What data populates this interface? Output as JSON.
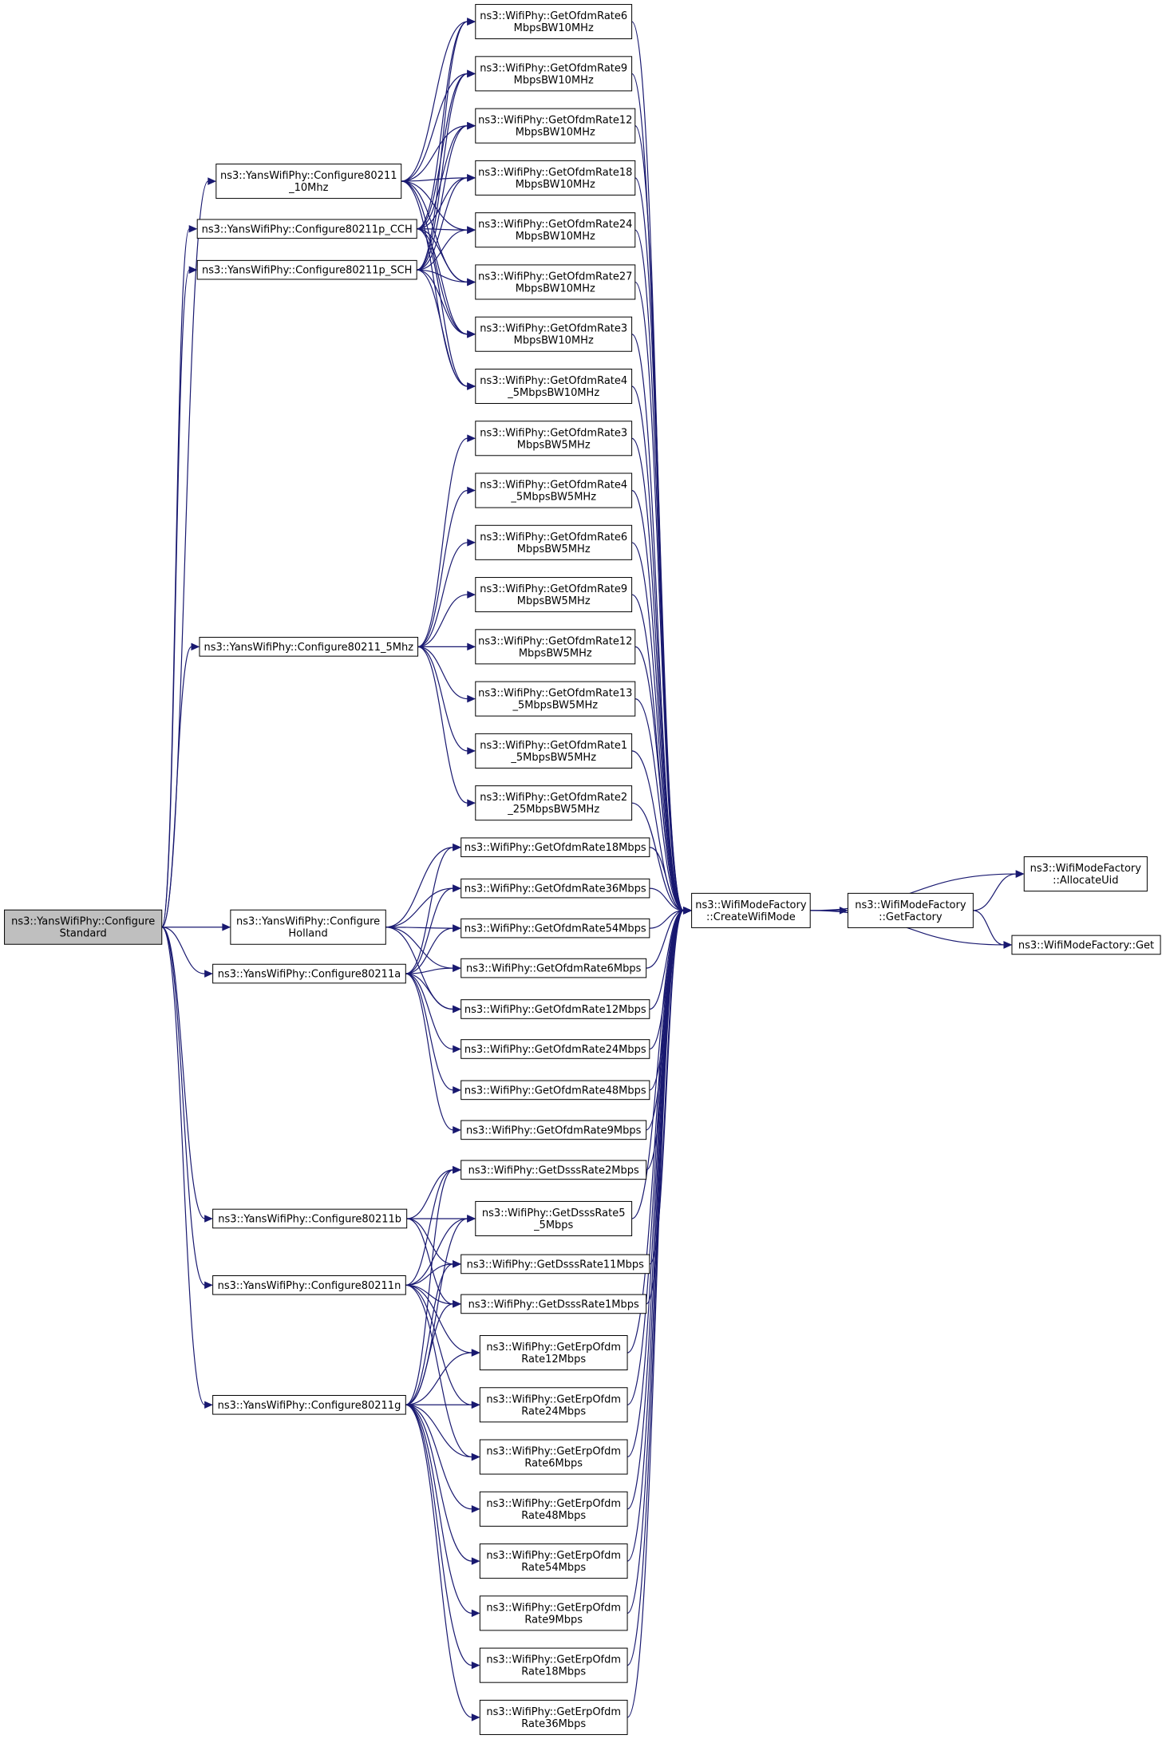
{
  "diagram": {
    "type": "call-graph",
    "nodes": [
      {
        "id": "root",
        "lines": [
          "ns3::YansWifiPhy::Configure",
          "Standard"
        ],
        "root": true
      },
      {
        "id": "c10mhz",
        "lines": [
          "ns3::YansWifiPhy::Configure80211",
          "_10Mhz"
        ]
      },
      {
        "id": "ccch",
        "lines": [
          "ns3::YansWifiPhy::Configure80211p_CCH"
        ]
      },
      {
        "id": "csch",
        "lines": [
          "ns3::YansWifiPhy::Configure80211p_SCH"
        ]
      },
      {
        "id": "c5mhz",
        "lines": [
          "ns3::YansWifiPhy::Configure80211_5Mhz"
        ]
      },
      {
        "id": "holland",
        "lines": [
          "ns3::YansWifiPhy::Configure",
          "Holland"
        ]
      },
      {
        "id": "ca",
        "lines": [
          "ns3::YansWifiPhy::Configure80211a"
        ]
      },
      {
        "id": "cb",
        "lines": [
          "ns3::YansWifiPhy::Configure80211b"
        ]
      },
      {
        "id": "cn",
        "lines": [
          "ns3::YansWifiPhy::Configure80211n"
        ]
      },
      {
        "id": "cg",
        "lines": [
          "ns3::YansWifiPhy::Configure80211g"
        ]
      },
      {
        "id": "t10_6",
        "lines": [
          "ns3::WifiPhy::GetOfdmRate6",
          "MbpsBW10MHz"
        ]
      },
      {
        "id": "t10_9",
        "lines": [
          "ns3::WifiPhy::GetOfdmRate9",
          "MbpsBW10MHz"
        ]
      },
      {
        "id": "t10_12",
        "lines": [
          "ns3::WifiPhy::GetOfdmRate12",
          "MbpsBW10MHz"
        ]
      },
      {
        "id": "t10_18",
        "lines": [
          "ns3::WifiPhy::GetOfdmRate18",
          "MbpsBW10MHz"
        ]
      },
      {
        "id": "t10_24",
        "lines": [
          "ns3::WifiPhy::GetOfdmRate24",
          "MbpsBW10MHz"
        ]
      },
      {
        "id": "t10_27",
        "lines": [
          "ns3::WifiPhy::GetOfdmRate27",
          "MbpsBW10MHz"
        ]
      },
      {
        "id": "t10_3",
        "lines": [
          "ns3::WifiPhy::GetOfdmRate3",
          "MbpsBW10MHz"
        ]
      },
      {
        "id": "t10_45",
        "lines": [
          "ns3::WifiPhy::GetOfdmRate4",
          "_5MbpsBW10MHz"
        ]
      },
      {
        "id": "t5_3",
        "lines": [
          "ns3::WifiPhy::GetOfdmRate3",
          "MbpsBW5MHz"
        ]
      },
      {
        "id": "t5_45",
        "lines": [
          "ns3::WifiPhy::GetOfdmRate4",
          "_5MbpsBW5MHz"
        ]
      },
      {
        "id": "t5_6",
        "lines": [
          "ns3::WifiPhy::GetOfdmRate6",
          "MbpsBW5MHz"
        ]
      },
      {
        "id": "t5_9",
        "lines": [
          "ns3::WifiPhy::GetOfdmRate9",
          "MbpsBW5MHz"
        ]
      },
      {
        "id": "t5_12",
        "lines": [
          "ns3::WifiPhy::GetOfdmRate12",
          "MbpsBW5MHz"
        ]
      },
      {
        "id": "t5_135",
        "lines": [
          "ns3::WifiPhy::GetOfdmRate13",
          "_5MbpsBW5MHz"
        ]
      },
      {
        "id": "t5_15",
        "lines": [
          "ns3::WifiPhy::GetOfdmRate1",
          "_5MbpsBW5MHz"
        ]
      },
      {
        "id": "t5_225",
        "lines": [
          "ns3::WifiPhy::GetOfdmRate2",
          "_25MbpsBW5MHz"
        ]
      },
      {
        "id": "o18",
        "lines": [
          "ns3::WifiPhy::GetOfdmRate18Mbps"
        ]
      },
      {
        "id": "o36",
        "lines": [
          "ns3::WifiPhy::GetOfdmRate36Mbps"
        ]
      },
      {
        "id": "o54",
        "lines": [
          "ns3::WifiPhy::GetOfdmRate54Mbps"
        ]
      },
      {
        "id": "o6",
        "lines": [
          "ns3::WifiPhy::GetOfdmRate6Mbps"
        ]
      },
      {
        "id": "o12",
        "lines": [
          "ns3::WifiPhy::GetOfdmRate12Mbps"
        ]
      },
      {
        "id": "o24",
        "lines": [
          "ns3::WifiPhy::GetOfdmRate24Mbps"
        ]
      },
      {
        "id": "o48",
        "lines": [
          "ns3::WifiPhy::GetOfdmRate48Mbps"
        ]
      },
      {
        "id": "o9",
        "lines": [
          "ns3::WifiPhy::GetOfdmRate9Mbps"
        ]
      },
      {
        "id": "d2",
        "lines": [
          "ns3::WifiPhy::GetDsssRate2Mbps"
        ]
      },
      {
        "id": "d55",
        "lines": [
          "ns3::WifiPhy::GetDsssRate5",
          "_5Mbps"
        ]
      },
      {
        "id": "d11",
        "lines": [
          "ns3::WifiPhy::GetDsssRate11Mbps"
        ]
      },
      {
        "id": "d1",
        "lines": [
          "ns3::WifiPhy::GetDsssRate1Mbps"
        ]
      },
      {
        "id": "e12",
        "lines": [
          "ns3::WifiPhy::GetErpOfdm",
          "Rate12Mbps"
        ]
      },
      {
        "id": "e24",
        "lines": [
          "ns3::WifiPhy::GetErpOfdm",
          "Rate24Mbps"
        ]
      },
      {
        "id": "e6",
        "lines": [
          "ns3::WifiPhy::GetErpOfdm",
          "Rate6Mbps"
        ]
      },
      {
        "id": "e48",
        "lines": [
          "ns3::WifiPhy::GetErpOfdm",
          "Rate48Mbps"
        ]
      },
      {
        "id": "e54",
        "lines": [
          "ns3::WifiPhy::GetErpOfdm",
          "Rate54Mbps"
        ]
      },
      {
        "id": "e9",
        "lines": [
          "ns3::WifiPhy::GetErpOfdm",
          "Rate9Mbps"
        ]
      },
      {
        "id": "e18",
        "lines": [
          "ns3::WifiPhy::GetErpOfdm",
          "Rate18Mbps"
        ]
      },
      {
        "id": "e36",
        "lines": [
          "ns3::WifiPhy::GetErpOfdm",
          "Rate36Mbps"
        ]
      },
      {
        "id": "cwm",
        "lines": [
          "ns3::WifiModeFactory",
          "::CreateWifiMode"
        ]
      },
      {
        "id": "gf",
        "lines": [
          "ns3::WifiModeFactory",
          "::GetFactory"
        ]
      },
      {
        "id": "au",
        "lines": [
          "ns3::WifiModeFactory",
          "::AllocateUid"
        ]
      },
      {
        "id": "get",
        "lines": [
          "ns3::WifiModeFactory::Get"
        ]
      }
    ],
    "edges": [
      [
        "root",
        "c10mhz"
      ],
      [
        "root",
        "ccch"
      ],
      [
        "root",
        "csch"
      ],
      [
        "root",
        "c5mhz"
      ],
      [
        "root",
        "holland"
      ],
      [
        "root",
        "ca"
      ],
      [
        "root",
        "cb"
      ],
      [
        "root",
        "cn"
      ],
      [
        "root",
        "cg"
      ],
      [
        "c10mhz",
        "t10_6"
      ],
      [
        "c10mhz",
        "t10_9"
      ],
      [
        "c10mhz",
        "t10_12"
      ],
      [
        "c10mhz",
        "t10_18"
      ],
      [
        "c10mhz",
        "t10_24"
      ],
      [
        "c10mhz",
        "t10_27"
      ],
      [
        "c10mhz",
        "t10_3"
      ],
      [
        "c10mhz",
        "t10_45"
      ],
      [
        "ccch",
        "t10_6"
      ],
      [
        "ccch",
        "t10_9"
      ],
      [
        "ccch",
        "t10_12"
      ],
      [
        "ccch",
        "t10_18"
      ],
      [
        "ccch",
        "t10_24"
      ],
      [
        "ccch",
        "t10_27"
      ],
      [
        "ccch",
        "t10_3"
      ],
      [
        "ccch",
        "t10_45"
      ],
      [
        "csch",
        "t10_6"
      ],
      [
        "csch",
        "t10_9"
      ],
      [
        "csch",
        "t10_12"
      ],
      [
        "csch",
        "t10_18"
      ],
      [
        "csch",
        "t10_24"
      ],
      [
        "csch",
        "t10_27"
      ],
      [
        "csch",
        "t10_3"
      ],
      [
        "csch",
        "t10_45"
      ],
      [
        "c5mhz",
        "t5_3"
      ],
      [
        "c5mhz",
        "t5_45"
      ],
      [
        "c5mhz",
        "t5_6"
      ],
      [
        "c5mhz",
        "t5_9"
      ],
      [
        "c5mhz",
        "t5_12"
      ],
      [
        "c5mhz",
        "t5_135"
      ],
      [
        "c5mhz",
        "t5_15"
      ],
      [
        "c5mhz",
        "t5_225"
      ],
      [
        "holland",
        "o18"
      ],
      [
        "holland",
        "o36"
      ],
      [
        "holland",
        "o54"
      ],
      [
        "holland",
        "o6"
      ],
      [
        "holland",
        "o12"
      ],
      [
        "ca",
        "o18"
      ],
      [
        "ca",
        "o36"
      ],
      [
        "ca",
        "o54"
      ],
      [
        "ca",
        "o6"
      ],
      [
        "ca",
        "o12"
      ],
      [
        "ca",
        "o24"
      ],
      [
        "ca",
        "o48"
      ],
      [
        "ca",
        "o9"
      ],
      [
        "cb",
        "d2"
      ],
      [
        "cb",
        "d55"
      ],
      [
        "cb",
        "d11"
      ],
      [
        "cb",
        "d1"
      ],
      [
        "cn",
        "d2"
      ],
      [
        "cn",
        "d55"
      ],
      [
        "cn",
        "d11"
      ],
      [
        "cn",
        "d1"
      ],
      [
        "cn",
        "e12"
      ],
      [
        "cn",
        "e24"
      ],
      [
        "cn",
        "e6"
      ],
      [
        "cg",
        "d2"
      ],
      [
        "cg",
        "d55"
      ],
      [
        "cg",
        "d11"
      ],
      [
        "cg",
        "d1"
      ],
      [
        "cg",
        "e12"
      ],
      [
        "cg",
        "e24"
      ],
      [
        "cg",
        "e6"
      ],
      [
        "cg",
        "e48"
      ],
      [
        "cg",
        "e54"
      ],
      [
        "cg",
        "e9"
      ],
      [
        "cg",
        "e18"
      ],
      [
        "cg",
        "e36"
      ],
      [
        "t10_6",
        "cwm"
      ],
      [
        "t10_9",
        "cwm"
      ],
      [
        "t10_12",
        "cwm"
      ],
      [
        "t10_18",
        "cwm"
      ],
      [
        "t10_24",
        "cwm"
      ],
      [
        "t10_27",
        "cwm"
      ],
      [
        "t10_3",
        "cwm"
      ],
      [
        "t10_45",
        "cwm"
      ],
      [
        "t5_3",
        "cwm"
      ],
      [
        "t5_45",
        "cwm"
      ],
      [
        "t5_6",
        "cwm"
      ],
      [
        "t5_9",
        "cwm"
      ],
      [
        "t5_12",
        "cwm"
      ],
      [
        "t5_135",
        "cwm"
      ],
      [
        "t5_15",
        "cwm"
      ],
      [
        "t5_225",
        "cwm"
      ],
      [
        "o18",
        "cwm"
      ],
      [
        "o36",
        "cwm"
      ],
      [
        "o54",
        "cwm"
      ],
      [
        "o6",
        "cwm"
      ],
      [
        "o12",
        "cwm"
      ],
      [
        "o24",
        "cwm"
      ],
      [
        "o48",
        "cwm"
      ],
      [
        "o9",
        "cwm"
      ],
      [
        "d2",
        "cwm"
      ],
      [
        "d55",
        "cwm"
      ],
      [
        "d11",
        "cwm"
      ],
      [
        "d1",
        "cwm"
      ],
      [
        "e12",
        "cwm"
      ],
      [
        "e24",
        "cwm"
      ],
      [
        "e6",
        "cwm"
      ],
      [
        "e48",
        "cwm"
      ],
      [
        "e54",
        "cwm"
      ],
      [
        "e9",
        "cwm"
      ],
      [
        "e18",
        "cwm"
      ],
      [
        "e36",
        "cwm"
      ],
      [
        "cwm",
        "gf"
      ],
      [
        "cwm",
        "au"
      ],
      [
        "cwm",
        "get"
      ],
      [
        "gf",
        "au"
      ],
      [
        "gf",
        "get"
      ]
    ],
    "colors": {
      "edge": "#191970",
      "root_fill": "#bfbfbf",
      "node_fill": "#ffffff",
      "node_border": "#000000"
    }
  }
}
